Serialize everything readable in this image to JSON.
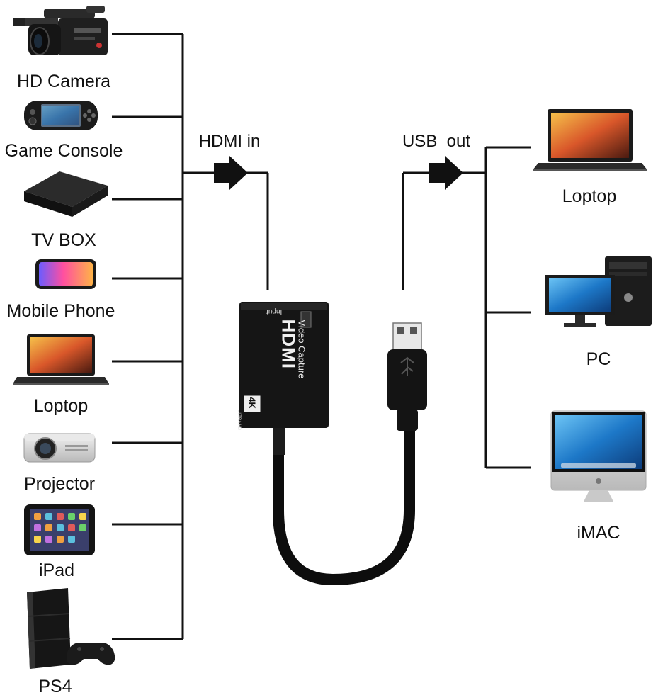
{
  "inputs": {
    "header": "HDMI in",
    "devices": [
      {
        "label": "HD Camera",
        "icon": "video-camera-icon"
      },
      {
        "label": "Game Console",
        "icon": "handheld-console-icon"
      },
      {
        "label": "TV BOX",
        "icon": "tv-box-icon"
      },
      {
        "label": "Mobile Phone",
        "icon": "smartphone-icon"
      },
      {
        "label": "Loptop",
        "icon": "laptop-icon"
      },
      {
        "label": "Projector",
        "icon": "projector-icon"
      },
      {
        "label": "iPad",
        "icon": "tablet-icon"
      },
      {
        "label": "PS4",
        "icon": "game-console-icon"
      }
    ]
  },
  "outputs": {
    "header": "USB  out",
    "devices": [
      {
        "label": "Loptop",
        "icon": "laptop-icon"
      },
      {
        "label": "PC",
        "icon": "desktop-pc-icon"
      },
      {
        "label": "iMAC",
        "icon": "imac-icon"
      }
    ]
  },
  "capture_device": {
    "port_label": "Input",
    "brand": "HDMI",
    "product": "Video Capture",
    "badge": "4K",
    "badge_sub": "ULTRA HD",
    "icon": "capture-card-icon",
    "connector_icon": "usb-a-plug-icon"
  },
  "colors": {
    "line": "#111111",
    "device_body": "#1a1a1a",
    "screen_warm": "#d9572a",
    "screen_blue": "#1d78c8"
  }
}
